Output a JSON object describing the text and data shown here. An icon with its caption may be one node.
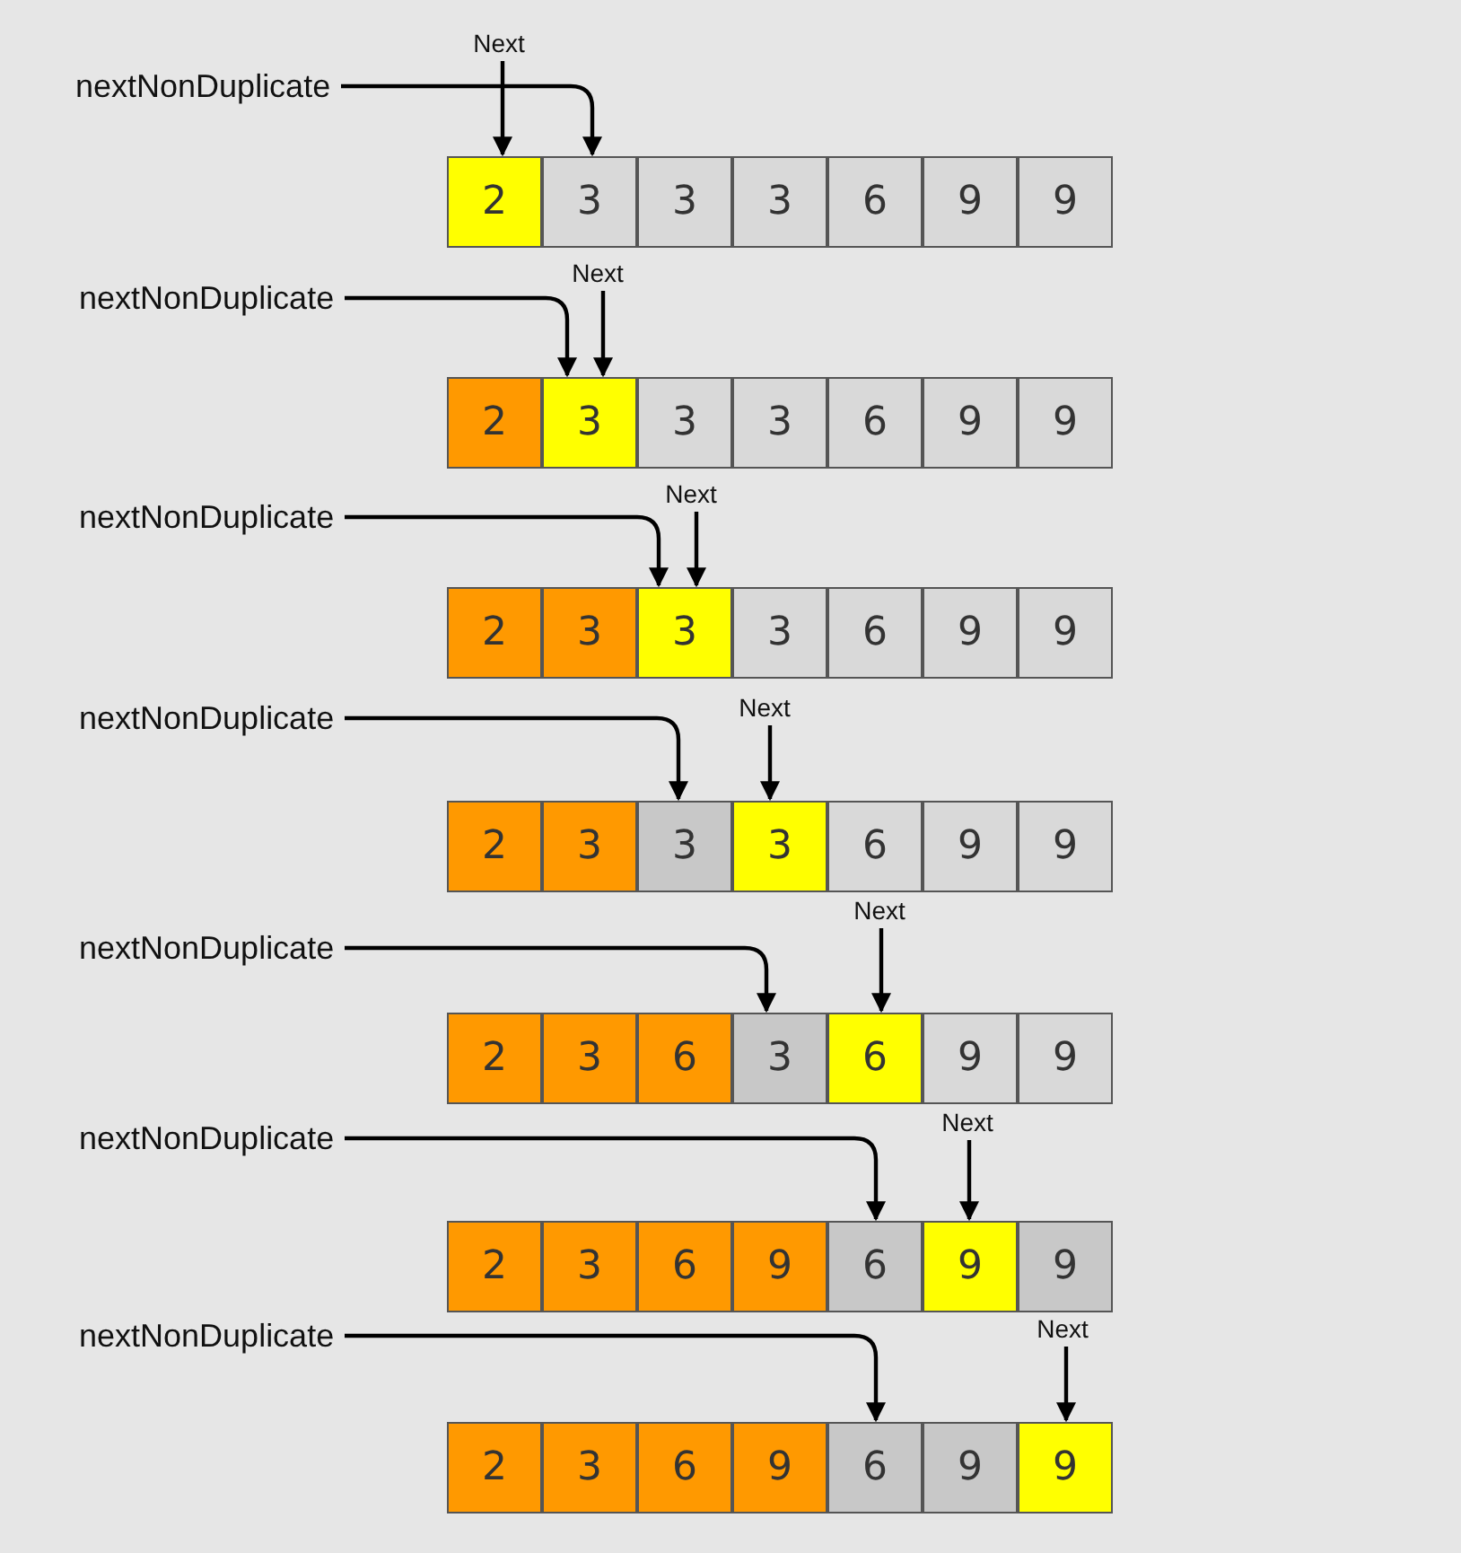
{
  "diagram": {
    "nodes": [
      {
        "text": [
          "nextNonDuplicate"
        ]
      },
      {
        "text": [
          "Next"
        ]
      },
      {
        "text": [
          "2"
        ]
      },
      {
        "text": [
          "3"
        ]
      },
      {
        "text": [
          "3"
        ]
      },
      {
        "text": [
          "3"
        ]
      },
      {
        "text": [
          "6"
        ]
      },
      {
        "text": [
          "9"
        ]
      },
      {
        "text": [
          "9"
        ]
      },
      {
        "text": [
          "nextNonDuplicate"
        ]
      },
      {
        "text": [
          "Next"
        ]
      },
      {
        "text": [
          "2"
        ]
      },
      {
        "text": [
          "3"
        ]
      },
      {
        "text": [
          "3"
        ]
      },
      {
        "text": [
          "3"
        ]
      },
      {
        "text": [
          "6"
        ]
      },
      {
        "text": [
          "9"
        ]
      },
      {
        "text": [
          "9"
        ]
      },
      {
        "text": [
          "nextNonDuplicate"
        ]
      },
      {
        "text": [
          "Next"
        ]
      },
      {
        "text": [
          "2"
        ]
      },
      {
        "text": [
          "3"
        ]
      },
      {
        "text": [
          "3"
        ]
      },
      {
        "text": [
          "3"
        ]
      },
      {
        "text": [
          "6"
        ]
      },
      {
        "text": [
          "9"
        ]
      },
      {
        "text": [
          "9"
        ]
      },
      {
        "text": [
          "nextNonDuplicate"
        ]
      },
      {
        "text": [
          "Next"
        ]
      },
      {
        "text": [
          "2"
        ]
      },
      {
        "text": [
          "3"
        ]
      },
      {
        "text": [
          "3"
        ]
      },
      {
        "text": [
          "3"
        ]
      },
      {
        "text": [
          "6"
        ]
      },
      {
        "text": [
          "9"
        ]
      },
      {
        "text": [
          "9"
        ]
      },
      {
        "text": [
          "nextNonDuplicate"
        ]
      },
      {
        "text": [
          "Next"
        ]
      },
      {
        "text": [
          "2"
        ]
      },
      {
        "text": [
          "3"
        ]
      },
      {
        "text": [
          "6"
        ]
      },
      {
        "text": [
          "3"
        ]
      },
      {
        "text": [
          "6"
        ]
      },
      {
        "text": [
          "9"
        ]
      },
      {
        "text": [
          "9"
        ]
      },
      {
        "text": [
          "nextNonDuplicate"
        ]
      },
      {
        "text": [
          "Next"
        ]
      },
      {
        "text": [
          "2"
        ]
      },
      {
        "text": [
          "3"
        ]
      },
      {
        "text": [
          "6"
        ]
      },
      {
        "text": [
          "9"
        ]
      },
      {
        "text": [
          "6"
        ]
      },
      {
        "text": [
          "9"
        ]
      },
      {
        "text": [
          "9"
        ]
      },
      {
        "text": [
          "nextNonDuplicate"
        ]
      },
      {
        "text": [
          "Next"
        ]
      },
      {
        "text": [
          "2"
        ]
      },
      {
        "text": [
          "3"
        ]
      },
      {
        "text": [
          "6"
        ]
      },
      {
        "text": [
          "9"
        ]
      },
      {
        "text": [
          "6"
        ]
      },
      {
        "text": [
          "9"
        ]
      },
      {
        "text": [
          "9"
        ]
      }
    ],
    "edges": [
      {
        "from": 0,
        "to": 3,
        "arrow": "to"
      },
      {
        "from": 1,
        "to": 2,
        "arrow": "to"
      },
      {
        "from": 9,
        "to": 12,
        "arrow": "to"
      },
      {
        "from": 10,
        "to": 12,
        "arrow": "to"
      },
      {
        "from": 18,
        "to": 22,
        "arrow": "to"
      },
      {
        "from": 19,
        "to": 22,
        "arrow": "to"
      },
      {
        "from": 27,
        "to": 31,
        "arrow": "to"
      },
      {
        "from": 28,
        "to": 32,
        "arrow": "to"
      },
      {
        "from": 36,
        "to": 41,
        "arrow": "to"
      },
      {
        "from": 37,
        "to": 42,
        "arrow": "to"
      },
      {
        "from": 45,
        "to": 51,
        "arrow": "to"
      },
      {
        "from": 46,
        "to": 52,
        "arrow": "to"
      },
      {
        "from": 54,
        "to": 60,
        "arrow": "to"
      },
      {
        "from": 55,
        "to": 62,
        "arrow": "to"
      }
    ]
  }
}
